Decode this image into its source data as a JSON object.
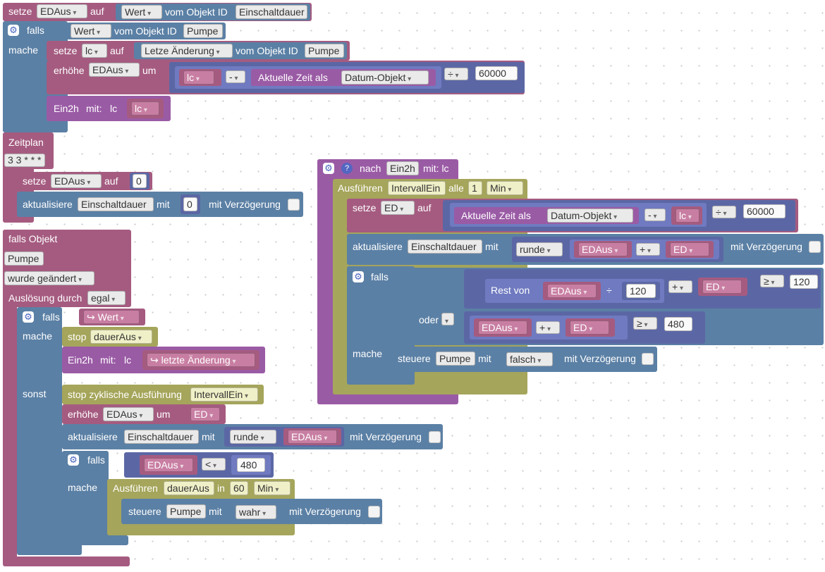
{
  "top": {
    "setze": "setze",
    "var1": "EDAus",
    "auf": "auf",
    "wert": "Wert",
    "vom_objekt_id": "vom Objekt ID",
    "obj1": "Einschaltdauer"
  },
  "if1": {
    "falls": "falls",
    "wert": "Wert",
    "vom_objekt_id": "vom Objekt ID",
    "obj": "Pumpe",
    "mache": "mache",
    "set_lc": {
      "setze": "setze",
      "var": "lc",
      "auf": "auf",
      "prop": "Letze Änderung",
      "vom_objekt_id": "vom Objekt ID",
      "obj": "Pumpe"
    },
    "incr": {
      "erhoehe": "erhöhe",
      "var": "EDAus",
      "um": "um",
      "lc": "lc",
      "minus": "-",
      "time": "Aktuelle Zeit als",
      "fmt": "Datum-Objekt",
      "div": "÷",
      "num": "60000"
    },
    "call": {
      "name": "Ein2h",
      "mit": "mit:",
      "param": "lc",
      "arg": "lc"
    }
  },
  "schedule": {
    "title": "Zeitplan",
    "cron": "3 3 * * *",
    "set": {
      "setze": "setze",
      "var": "EDAus",
      "auf": "auf",
      "val": "0"
    },
    "update": {
      "aktualisiere": "aktualisiere",
      "obj": "Einschaltdauer",
      "mit": "mit",
      "val": "0",
      "delay": "mit Verzögerung"
    }
  },
  "trigger": {
    "title": "falls Objekt",
    "obj": "Pumpe",
    "changed": "wurde geändert",
    "trigger_label": "Auslösung durch",
    "trigger_val": "egal",
    "falls": "falls",
    "cond": "Wert",
    "mache": "mache",
    "stop": {
      "label": "stop",
      "name": "dauerAus"
    },
    "call": {
      "name": "Ein2h",
      "mit": "mit:",
      "param": "lc",
      "arg": "letzte Änderung"
    },
    "sonst": "sonst",
    "stop_cyc": {
      "label": "stop zyklische Ausführung",
      "name": "IntervallEin"
    },
    "incr": {
      "erhoehe": "erhöhe",
      "var": "EDAus",
      "um": "um",
      "by": "ED"
    },
    "update": {
      "aktualisiere": "aktualisiere",
      "obj": "Einschaltdauer",
      "mit": "mit",
      "round": "runde",
      "var": "EDAus",
      "delay": "mit Verzögerung"
    },
    "if2": {
      "falls": "falls",
      "var": "EDAus",
      "op": "<",
      "num": "480",
      "mache": "mache",
      "timeout": {
        "label": "Ausführen",
        "name": "dauerAus",
        "in": "in",
        "num": "60",
        "unit": "Min"
      },
      "control": {
        "steuere": "steuere",
        "obj": "Pumpe",
        "mit": "mit",
        "val": "wahr",
        "delay": "mit Verzögerung"
      }
    }
  },
  "func": {
    "nach": "nach",
    "name": "Ein2h",
    "params": "mit: lc",
    "interval": {
      "label": "Ausführen",
      "name": "IntervallEin",
      "alle": "alle",
      "num": "1",
      "unit": "Min"
    },
    "set_ed": {
      "setze": "setze",
      "var": "ED",
      "auf": "auf",
      "time": "Aktuelle Zeit als",
      "fmt": "Datum-Objekt",
      "minus": "-",
      "lc": "lc",
      "div": "÷",
      "num": "60000"
    },
    "update": {
      "aktualisiere": "aktualisiere",
      "obj": "Einschaltdauer",
      "mit": "mit",
      "round": "runde",
      "a": "EDAus",
      "plus": "+",
      "b": "ED",
      "delay": "mit Verzögerung"
    },
    "if": {
      "falls": "falls",
      "rest": "Rest von",
      "a": "EDAus",
      "div": "÷",
      "num": "120",
      "plus": "+",
      "b": "ED",
      "gte": "≥",
      "cmp": "120",
      "oder": "oder",
      "a2": "EDAus",
      "plus2": "+",
      "b2": "ED",
      "gte2": "≥",
      "cmp2": "480",
      "mache": "mache",
      "control": {
        "steuere": "steuere",
        "obj": "Pumpe",
        "mit": "mit",
        "val": "falsch",
        "delay": "mit Verzögerung"
      }
    }
  }
}
